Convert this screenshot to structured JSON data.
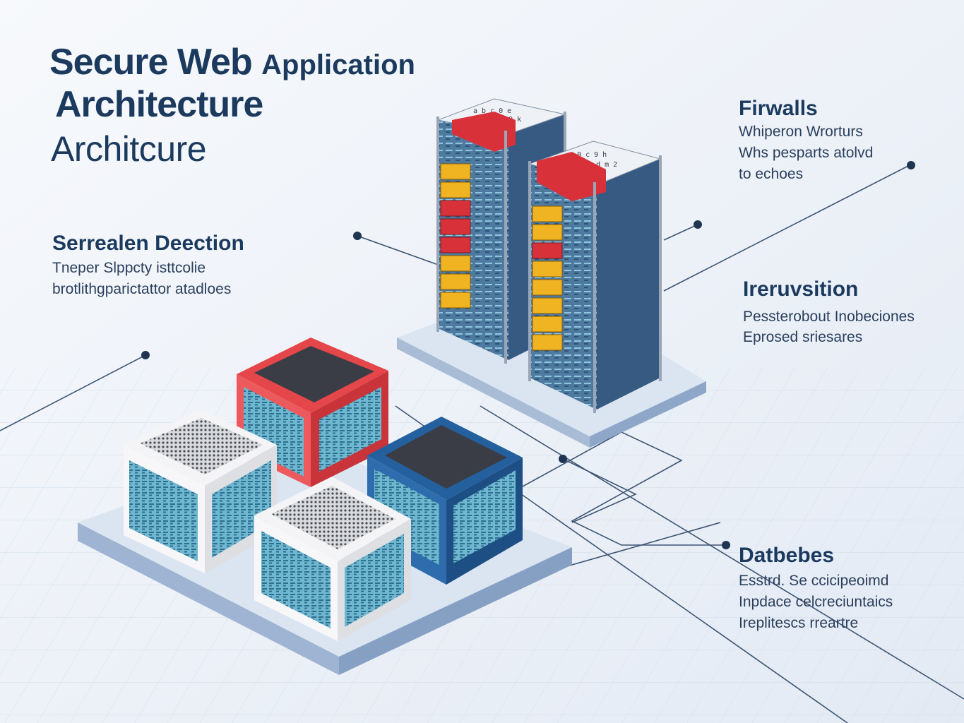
{
  "title": {
    "line1_main": "Secure Web ",
    "line1_sub": "Application",
    "line2": "Architecture",
    "line3": "Architcure"
  },
  "sections": {
    "firewalls": {
      "title": "Firwalls",
      "lines": [
        "Whiperon  Wrorturs",
        "Whs pesparts atolvd",
        "to echoes"
      ]
    },
    "detection": {
      "title": "Serrealen Deection",
      "lines": [
        "Tneper  Slppcty  isttcolie",
        "brotlithgparictattor  atadloes"
      ]
    },
    "intrusion": {
      "title": "Ireruvsition",
      "lines": [
        "Pessterobout  Inobeciones",
        "Eprosed  sriesares"
      ]
    },
    "databases": {
      "title": "Datbebes",
      "lines": [
        "Esstrd.  Se  ccicipeoimd",
        "Inpdace  celcreciuntaics",
        "Ireplitescs  rreartre"
      ]
    }
  },
  "colors": {
    "navy": "#1b3a5e",
    "rack_frame": "#3d5f86",
    "alert_red": "#d8313a",
    "alert_yellow": "#f0b423",
    "cube_red": "#e4464a",
    "cube_blue": "#24609e",
    "cube_white": "#f4f4f6",
    "screen_teal": "#5aa7c6",
    "platform": "#c5d4e8"
  },
  "icons": [
    "server-rack-icon",
    "firewall-icon",
    "database-cube-icon",
    "connector-node-icon"
  ]
}
